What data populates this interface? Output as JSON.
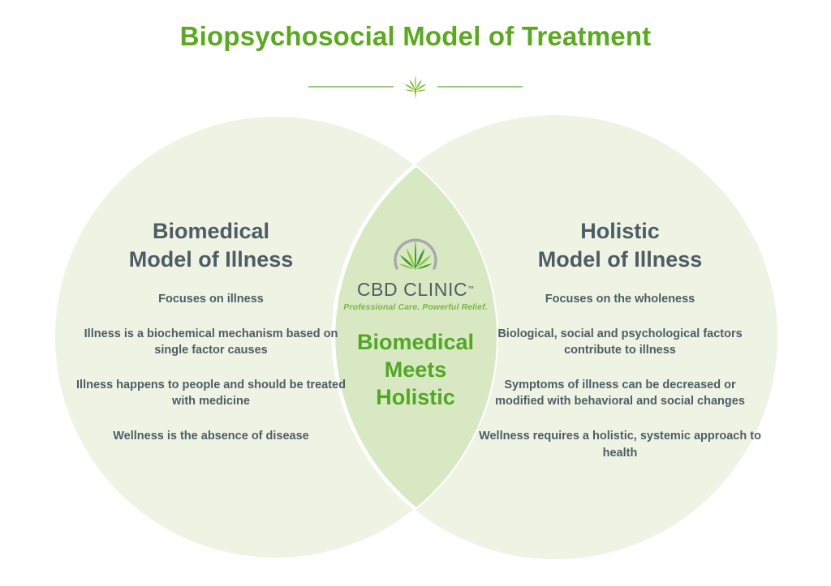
{
  "title": "Biopsychosocial Model of Treatment",
  "divider": {
    "ornament_icon": "cannabis-leaf-icon"
  },
  "colors": {
    "title_green": "#5aaa1e",
    "heading_gray": "#4e5d65",
    "circle_fill": "#eef3e4",
    "overlap_fill": "#d8e8c2",
    "accent_green": "#52a824",
    "tagline_green": "#7ab648",
    "divider_rule": "#9ec97a",
    "background": "#ffffff"
  },
  "left_circle": {
    "heading_line1": "Biomedical",
    "heading_line2": "Model of Illness",
    "points": [
      "Focuses on illness",
      "Illness is a biochemical mechanism based on single factor causes",
      "Illness happens to people and should be treated with medicine",
      "Wellness is the absence of disease"
    ]
  },
  "right_circle": {
    "heading_line1": "Holistic",
    "heading_line2": "Model of Illness",
    "points": [
      "Focuses on the wholeness",
      "Biological, social and psychological factors contribute to illness",
      "Symptoms of illness can be decreased or modified with behavioral and social changes",
      "Wellness requires a holistic, systemic approach to health"
    ]
  },
  "center": {
    "logo_icon": "cbd-clinic-leaf-logo-icon",
    "brand": "CBD CLINIC",
    "trademark": "™",
    "tagline": "Professional Care. Powerful Relief.",
    "heading_line1": "Biomedical",
    "heading_line2": "Meets",
    "heading_line3": "Holistic"
  }
}
